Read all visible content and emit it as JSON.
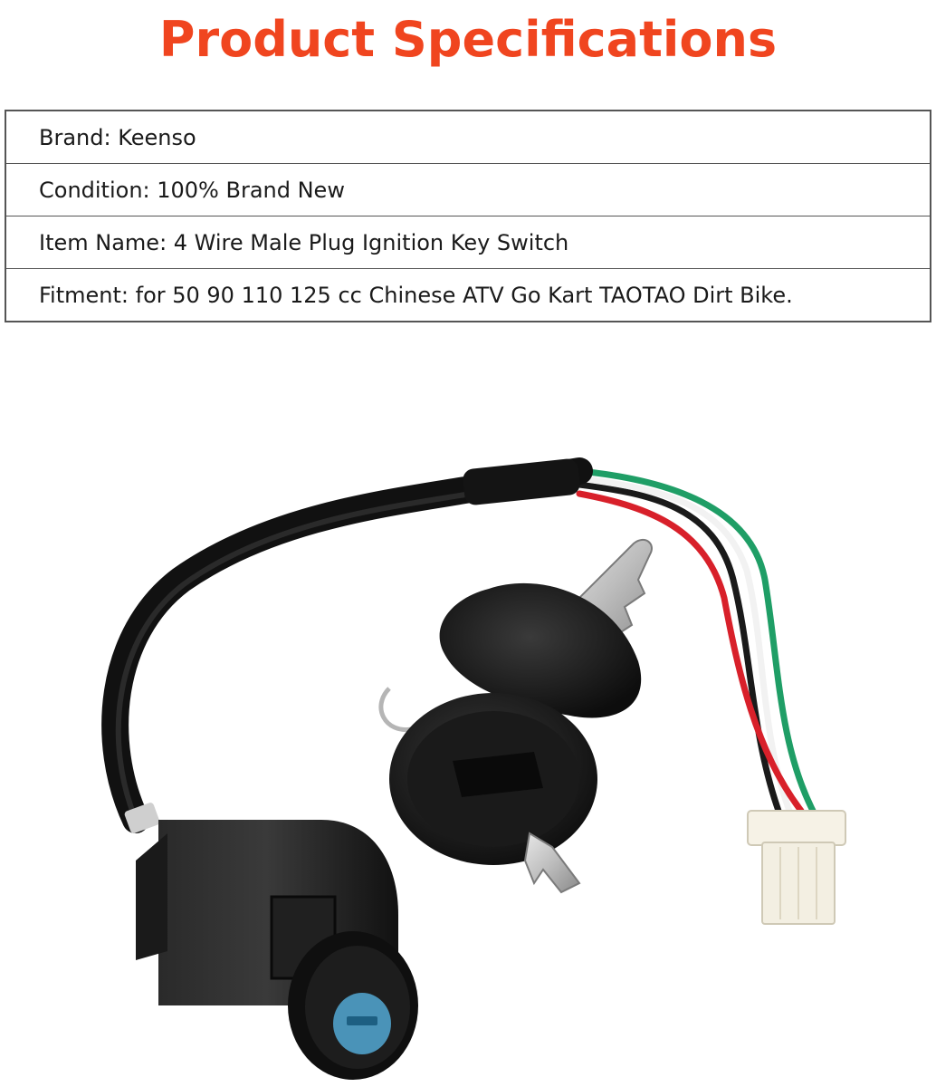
{
  "title": "Product Specifications",
  "specs": [
    {
      "text": "Brand: Keenso"
    },
    {
      "text": "Condition: 100% Brand New"
    },
    {
      "text": "Item Name: 4 Wire Male Plug Ignition Key Switch"
    },
    {
      "text": "Fitment: for 50 90 110 125 cc Chinese ATV Go Kart TAOTAO Dirt Bike."
    }
  ],
  "colors": {
    "title": "#f0451f",
    "table_border": "#555555",
    "text": "#1a1a1a",
    "wire_red": "#d8202a",
    "wire_green": "#1f9e66",
    "wire_black": "#1a1a1a",
    "wire_white": "#f2f2f2",
    "plug": "#f3efe2",
    "lock_insert": "#4a93b8"
  }
}
